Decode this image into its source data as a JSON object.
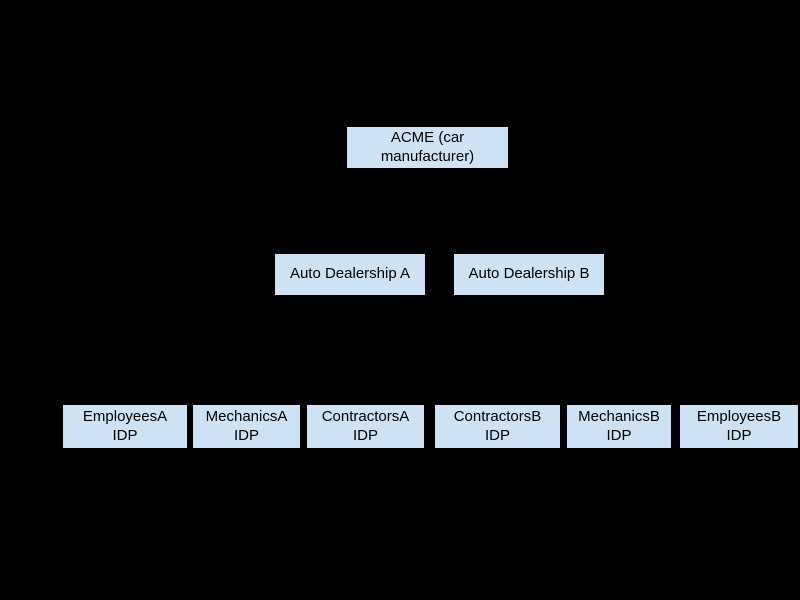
{
  "diagram": {
    "background_color": "#000000",
    "node_fill_color": "#cfe2f3",
    "node_text_color": "#000000",
    "nodes": {
      "acme": {
        "label": "ACME (car\nmanufacturer)"
      },
      "dealership_a": {
        "label": "Auto Dealership A"
      },
      "dealership_b": {
        "label": "Auto Dealership B"
      },
      "employees_a": {
        "label": "EmployeesA\nIDP"
      },
      "mechanics_a": {
        "label": "MechanicsA\nIDP"
      },
      "contractors_a": {
        "label": "ContractorsA\nIDP"
      },
      "contractors_b": {
        "label": "ContractorsB\nIDP"
      },
      "mechanics_b": {
        "label": "MechanicsB\nIDP"
      },
      "employees_b": {
        "label": "EmployeesB\nIDP"
      }
    }
  }
}
